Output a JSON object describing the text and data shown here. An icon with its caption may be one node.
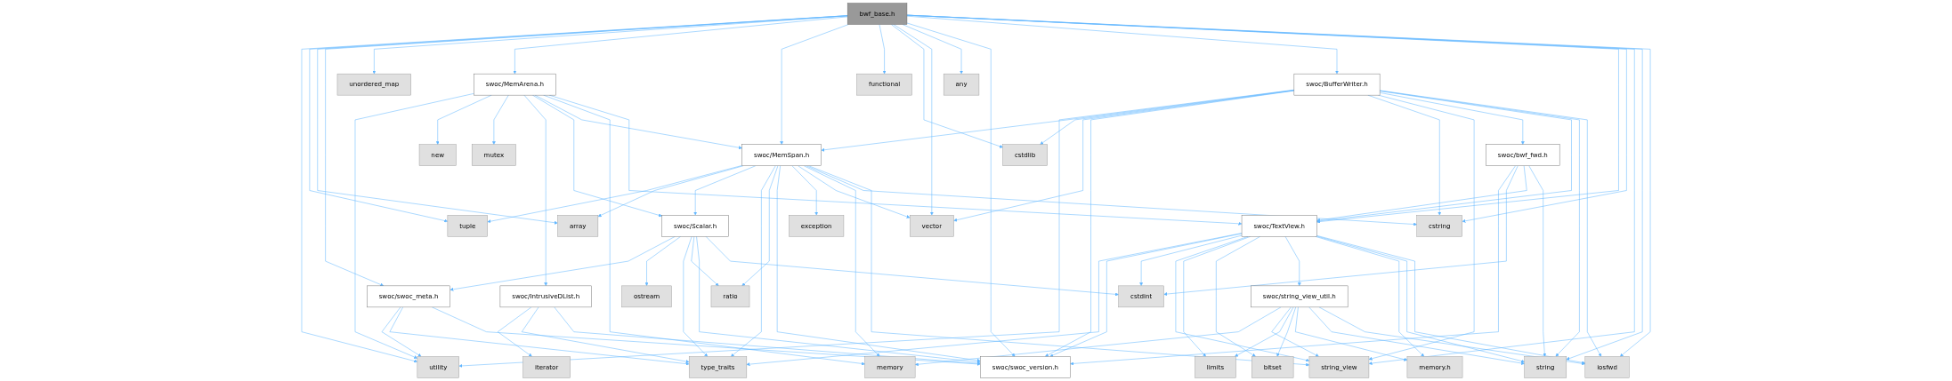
{
  "diagram": {
    "nodes": [
      {
        "text": [
          "bwf_base.h"
        ]
      },
      {
        "text": [
          "unordered_map"
        ]
      },
      {
        "text": [
          "swoc/MemArena.h"
        ]
      },
      {
        "text": [
          "functional"
        ]
      },
      {
        "text": [
          "any"
        ]
      },
      {
        "text": [
          "swoc/BufferWriter.h"
        ]
      },
      {
        "text": [
          "new"
        ]
      },
      {
        "text": [
          "mutex"
        ]
      },
      {
        "text": [
          "swoc/MemSpan.h"
        ]
      },
      {
        "text": [
          "cstdlib"
        ]
      },
      {
        "text": [
          "swoc/bwf_fwd.h"
        ]
      },
      {
        "text": [
          "tuple"
        ]
      },
      {
        "text": [
          "array"
        ]
      },
      {
        "text": [
          "swoc/Scalar.h"
        ]
      },
      {
        "text": [
          "exception"
        ]
      },
      {
        "text": [
          "vector"
        ]
      },
      {
        "text": [
          "cstring"
        ]
      },
      {
        "text": [
          "swoc/TextView.h"
        ]
      },
      {
        "text": [
          "swoc/swoc_meta.h"
        ]
      },
      {
        "text": [
          "swoc/IntrusiveDList.h"
        ]
      },
      {
        "text": [
          "ostream"
        ]
      },
      {
        "text": [
          "ratio"
        ]
      },
      {
        "text": [
          "cstdint"
        ]
      },
      {
        "text": [
          "swoc/string_view_util.h"
        ]
      },
      {
        "text": [
          "utility"
        ]
      },
      {
        "text": [
          "iterator"
        ]
      },
      {
        "text": [
          "type_traits"
        ]
      },
      {
        "text": [
          "swoc/swoc_version.h"
        ]
      },
      {
        "text": [
          "memory"
        ]
      },
      {
        "text": [
          "string_view"
        ]
      },
      {
        "text": [
          "limits"
        ]
      },
      {
        "text": [
          "bitset"
        ]
      },
      {
        "text": [
          "memory.h"
        ]
      },
      {
        "text": [
          "string"
        ]
      },
      {
        "text": [
          "iosfwd"
        ]
      }
    ],
    "edges": [
      {
        "from": 0,
        "to": 24,
        "arrow": "to"
      },
      {
        "from": 0,
        "to": 11,
        "arrow": "to"
      },
      {
        "from": 0,
        "to": 12,
        "arrow": "to"
      },
      {
        "from": 0,
        "to": 18,
        "arrow": "to"
      },
      {
        "from": 0,
        "to": 1,
        "arrow": "to"
      },
      {
        "from": 0,
        "to": 2,
        "arrow": "to"
      },
      {
        "from": 0,
        "to": 8,
        "arrow": "to"
      },
      {
        "from": 0,
        "to": 3,
        "arrow": "to"
      },
      {
        "from": 0,
        "to": 9,
        "arrow": "to"
      },
      {
        "from": 0,
        "to": 15,
        "arrow": "to"
      },
      {
        "from": 0,
        "to": 4,
        "arrow": "to"
      },
      {
        "from": 0,
        "to": 27,
        "arrow": "to"
      },
      {
        "from": 0,
        "to": 5,
        "arrow": "to"
      },
      {
        "from": 0,
        "to": 17,
        "arrow": "to"
      },
      {
        "from": 0,
        "to": 16,
        "arrow": "to"
      },
      {
        "from": 0,
        "to": 29,
        "arrow": "to"
      },
      {
        "from": 0,
        "to": 33,
        "arrow": "to"
      },
      {
        "from": 0,
        "to": 34,
        "arrow": "to"
      },
      {
        "from": 2,
        "to": 24,
        "arrow": "to"
      },
      {
        "from": 2,
        "to": 6,
        "arrow": "to"
      },
      {
        "from": 2,
        "to": 7,
        "arrow": "to"
      },
      {
        "from": 2,
        "to": 19,
        "arrow": "to"
      },
      {
        "from": 2,
        "to": 13,
        "arrow": "to"
      },
      {
        "from": 2,
        "to": 8,
        "arrow": "to"
      },
      {
        "from": 2,
        "to": 28,
        "arrow": "to"
      },
      {
        "from": 2,
        "to": 17,
        "arrow": "to"
      },
      {
        "from": 5,
        "to": 24,
        "arrow": "to"
      },
      {
        "from": 5,
        "to": 8,
        "arrow": "to"
      },
      {
        "from": 5,
        "to": 9,
        "arrow": "to"
      },
      {
        "from": 5,
        "to": 15,
        "arrow": "to"
      },
      {
        "from": 5,
        "to": 27,
        "arrow": "to"
      },
      {
        "from": 5,
        "to": 16,
        "arrow": "to"
      },
      {
        "from": 5,
        "to": 29,
        "arrow": "to"
      },
      {
        "from": 5,
        "to": 10,
        "arrow": "to"
      },
      {
        "from": 5,
        "to": 17,
        "arrow": "to"
      },
      {
        "from": 5,
        "to": 33,
        "arrow": "to"
      },
      {
        "from": 5,
        "to": 34,
        "arrow": "to"
      },
      {
        "from": 8,
        "to": 11,
        "arrow": "to"
      },
      {
        "from": 8,
        "to": 12,
        "arrow": "to"
      },
      {
        "from": 8,
        "to": 13,
        "arrow": "to"
      },
      {
        "from": 8,
        "to": 26,
        "arrow": "to"
      },
      {
        "from": 8,
        "to": 21,
        "arrow": "to"
      },
      {
        "from": 8,
        "to": 27,
        "arrow": "to"
      },
      {
        "from": 8,
        "to": 14,
        "arrow": "to"
      },
      {
        "from": 8,
        "to": 15,
        "arrow": "to"
      },
      {
        "from": 8,
        "to": 28,
        "arrow": "to"
      },
      {
        "from": 8,
        "to": 16,
        "arrow": "to"
      },
      {
        "from": 8,
        "to": 29,
        "arrow": "to"
      },
      {
        "from": 10,
        "to": 27,
        "arrow": "to"
      },
      {
        "from": 10,
        "to": 22,
        "arrow": "to"
      },
      {
        "from": 10,
        "to": 17,
        "arrow": "to"
      },
      {
        "from": 10,
        "to": 33,
        "arrow": "to"
      },
      {
        "from": 13,
        "to": 18,
        "arrow": "to"
      },
      {
        "from": 13,
        "to": 20,
        "arrow": "to"
      },
      {
        "from": 13,
        "to": 26,
        "arrow": "to"
      },
      {
        "from": 13,
        "to": 21,
        "arrow": "to"
      },
      {
        "from": 13,
        "to": 27,
        "arrow": "to"
      },
      {
        "from": 13,
        "to": 22,
        "arrow": "to"
      },
      {
        "from": 17,
        "to": 26,
        "arrow": "to"
      },
      {
        "from": 17,
        "to": 27,
        "arrow": "to"
      },
      {
        "from": 17,
        "to": 22,
        "arrow": "to"
      },
      {
        "from": 17,
        "to": 29,
        "arrow": "to"
      },
      {
        "from": 17,
        "to": 30,
        "arrow": "to"
      },
      {
        "from": 17,
        "to": 31,
        "arrow": "to"
      },
      {
        "from": 17,
        "to": 23,
        "arrow": "to"
      },
      {
        "from": 17,
        "to": 32,
        "arrow": "to"
      },
      {
        "from": 17,
        "to": 33,
        "arrow": "to"
      },
      {
        "from": 17,
        "to": 34,
        "arrow": "to"
      },
      {
        "from": 18,
        "to": 24,
        "arrow": "to"
      },
      {
        "from": 18,
        "to": 26,
        "arrow": "to"
      },
      {
        "from": 18,
        "to": 27,
        "arrow": "to"
      },
      {
        "from": 19,
        "to": 25,
        "arrow": "to"
      },
      {
        "from": 19,
        "to": 26,
        "arrow": "to"
      },
      {
        "from": 19,
        "to": 27,
        "arrow": "to"
      },
      {
        "from": 23,
        "to": 28,
        "arrow": "to"
      },
      {
        "from": 23,
        "to": 29,
        "arrow": "to"
      },
      {
        "from": 23,
        "to": 30,
        "arrow": "to"
      },
      {
        "from": 23,
        "to": 31,
        "arrow": "to"
      },
      {
        "from": 23,
        "to": 32,
        "arrow": "to"
      },
      {
        "from": 23,
        "to": 33,
        "arrow": "to"
      },
      {
        "from": 23,
        "to": 34,
        "arrow": "to"
      }
    ]
  }
}
